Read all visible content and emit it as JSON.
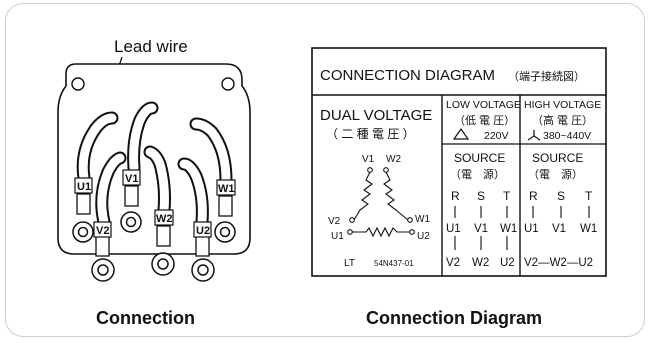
{
  "motor": {
    "lead_wire_label": "Lead wire",
    "terminals": [
      "U1",
      "V1",
      "W1",
      "V2",
      "W2",
      "U2"
    ]
  },
  "diagram": {
    "title": "CONNECTION DIAGRAM",
    "title_jp": "（端子接続図）",
    "dual_voltage": "DUAL VOLTAGE",
    "dual_voltage_jp": "（ 二 種 電 圧 ）",
    "low_voltage": "LOW VOLTAGE",
    "low_voltage_jp": "（低 電 圧）",
    "low_value": "220V",
    "high_voltage": "HIGH VOLTAGE",
    "high_voltage_jp": "（高 電 圧）",
    "high_value": "380~440V",
    "source": "SOURCE",
    "source_jp": "（電　源）",
    "rst": [
      "R",
      "S",
      "T"
    ],
    "low_row1": [
      "U1",
      "V1",
      "W1"
    ],
    "low_row2": [
      "V2",
      "W2",
      "U2"
    ],
    "high_row1": [
      "U1",
      "V1",
      "W1"
    ],
    "high_row2": "V2—W2—U2",
    "delta_labels": [
      "V1",
      "W2",
      "V2",
      "W1",
      "U1",
      "U2"
    ],
    "footer_left": "LT",
    "footer_code": "54N437-01"
  },
  "captions": {
    "left": "Connection",
    "right": "Connection Diagram"
  }
}
